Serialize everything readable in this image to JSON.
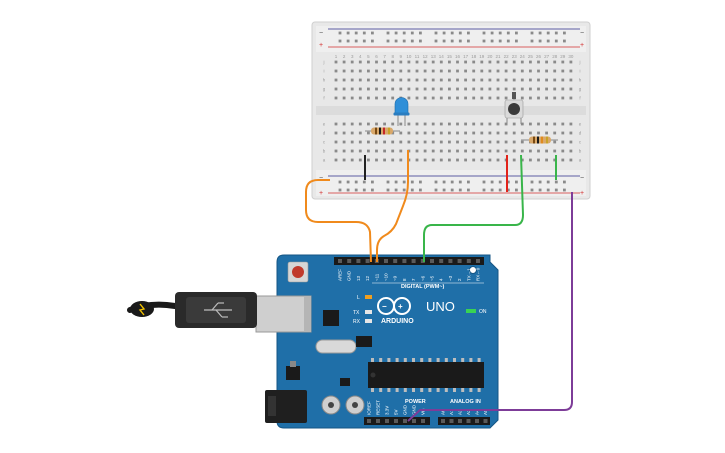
{
  "breadboard": {
    "rail_minus": "−",
    "rail_plus": "+",
    "rows_top": [
      "j",
      "i",
      "h",
      "g",
      "f"
    ],
    "rows_bottom": [
      "e",
      "d",
      "c",
      "b",
      "a"
    ],
    "column_numbers": [
      "1",
      "2",
      "3",
      "4",
      "5",
      "6",
      "7",
      "8",
      "9",
      "10",
      "11",
      "12",
      "13",
      "14",
      "15",
      "16",
      "17",
      "18",
      "19",
      "20",
      "21",
      "22",
      "23",
      "24",
      "25",
      "26",
      "27",
      "28",
      "29",
      "30"
    ]
  },
  "components": {
    "led_color": "#2f8fd8",
    "resistor_body": "#d9a86a",
    "pushbutton_body": "#3a3a3a"
  },
  "wires": {
    "orange": "#f08a1c",
    "green": "#39b54a",
    "red": "#e2231a",
    "black": "#222222",
    "purple": "#7d3c98"
  },
  "arduino": {
    "board_color": "#1f6fa8",
    "logo_text": "ARDUINO",
    "model": "UNO",
    "digital_label": "DIGITAL (PWM~)",
    "power_label": "POWER",
    "analog_label": "ANALOG IN",
    "on_label": "ON",
    "l_label": "L",
    "tx_label": "TX",
    "rx_label": "RX",
    "top_pins": [
      "AREF",
      "GND",
      "13",
      "12",
      "~11",
      "~10",
      "~9",
      "8",
      "7",
      "~6",
      "~5",
      "4",
      "~3",
      "2",
      "TX→1",
      "RX←0"
    ],
    "power_pins": [
      "IOREF",
      "RESET",
      "3.3V",
      "5V",
      "GND",
      "GND",
      "Vin"
    ],
    "analog_pins": [
      "A0",
      "A1",
      "A2",
      "A3",
      "A4",
      "A5"
    ]
  }
}
